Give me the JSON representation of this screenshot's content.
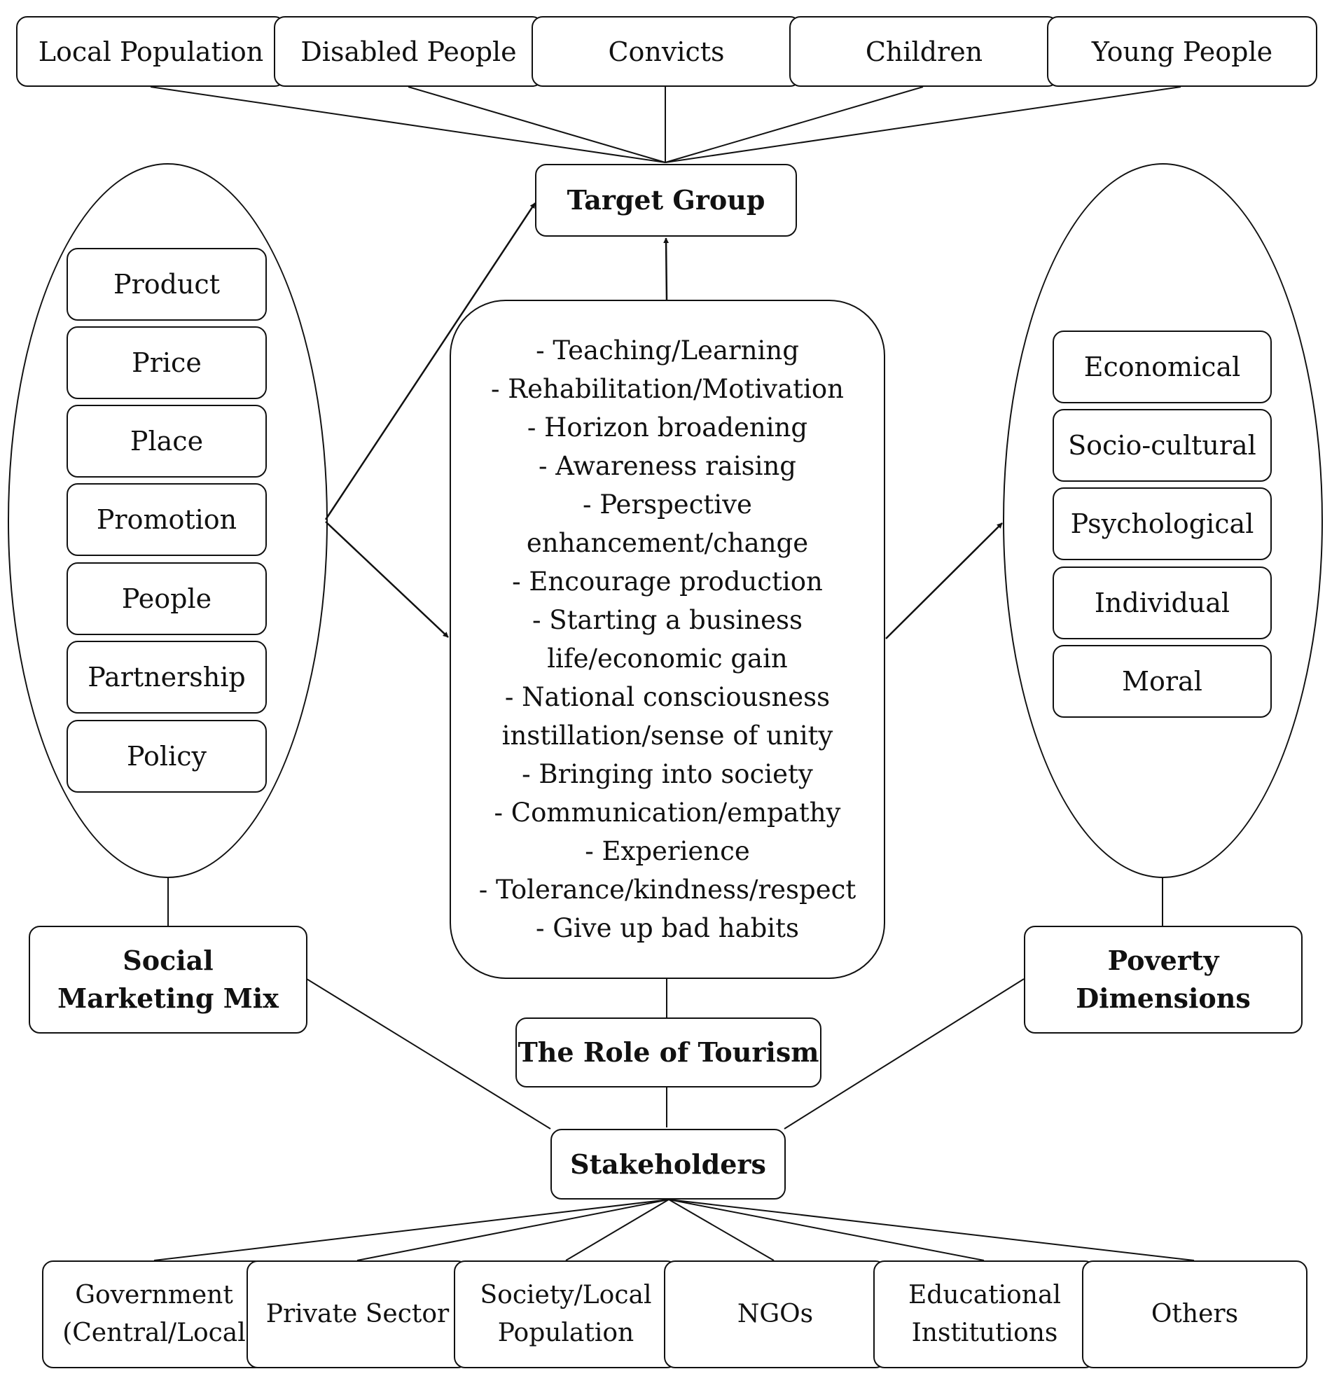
{
  "target_groups": [
    "Local Population",
    "Disabled People",
    "Convicts",
    "Children",
    "Young People"
  ],
  "target_group": "Target Group",
  "social_marketing_mix": {
    "title": "Social Marketing Mix",
    "items": [
      "Product",
      "Price",
      "Place",
      "Promotion",
      "People",
      "Partnership",
      "Policy"
    ]
  },
  "tourism_effects": [
    "- Teaching/Learning",
    "- Rehabilitation/Motivation",
    "- Horizon broadening",
    "- Awareness raising",
    "- Perspective",
    "enhancement/change",
    "- Encourage production",
    "- Starting a business",
    "life/economic gain",
    "- National consciousness",
    "instillation/sense of unity",
    "- Bringing into society",
    "- Communication/empathy",
    "- Experience",
    "- Tolerance/kindness/respect",
    "- Give up bad habits"
  ],
  "poverty_dimensions": {
    "title": "Poverty Dimensions",
    "items": [
      "Economical",
      "Socio-cultural",
      "Psychological",
      "Individual",
      "Moral"
    ]
  },
  "role_of_tourism": "The Role of Tourism",
  "stakeholders": {
    "title": "Stakeholders",
    "items": [
      "Government (Central/Local",
      "Private Sector",
      "Society/Local Population",
      "NGOs",
      "Educational Institutions",
      "Others"
    ]
  }
}
